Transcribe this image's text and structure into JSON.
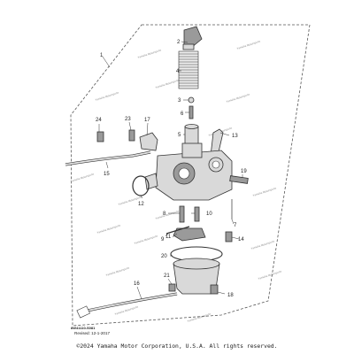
{
  "callouts": [
    "1",
    "2",
    "3",
    "4",
    "5",
    "6",
    "7",
    "8",
    "9",
    "10",
    "11",
    "12",
    "13",
    "14",
    "15",
    "16",
    "17",
    "18",
    "19",
    "20",
    "21",
    "23",
    "24"
  ],
  "watermark_text": "Yamaha Motorsports",
  "diagram_code": "8W41110-S081",
  "revised": "Revised: 12-1-2017",
  "copyright": "©2024 Yamaha Motor Corporation, U.S.A. All rights reserved.",
  "colors": {
    "line": "#333333",
    "part_fill": "#d9d9d9",
    "dark_fill": "#9a9a9a"
  }
}
